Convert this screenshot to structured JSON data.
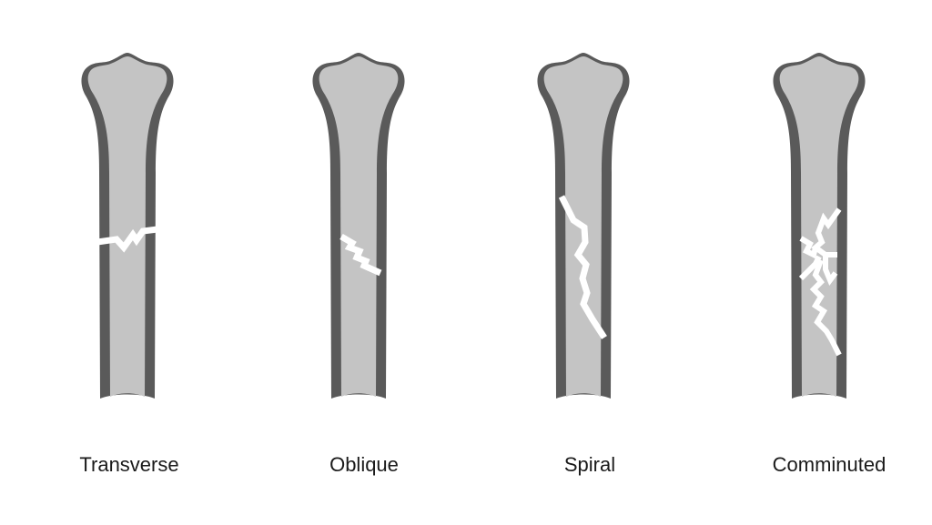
{
  "colors": {
    "bone_fill": "#c4c4c4",
    "cortex": "#5a5a5a",
    "fracture_line": "#ffffff",
    "label_text": "#1a1a1a"
  },
  "fracture_types": [
    {
      "id": "transverse",
      "label": "Transverse"
    },
    {
      "id": "oblique",
      "label": "Oblique"
    },
    {
      "id": "spiral",
      "label": "Spiral"
    },
    {
      "id": "comminuted",
      "label": "Comminuted"
    }
  ]
}
